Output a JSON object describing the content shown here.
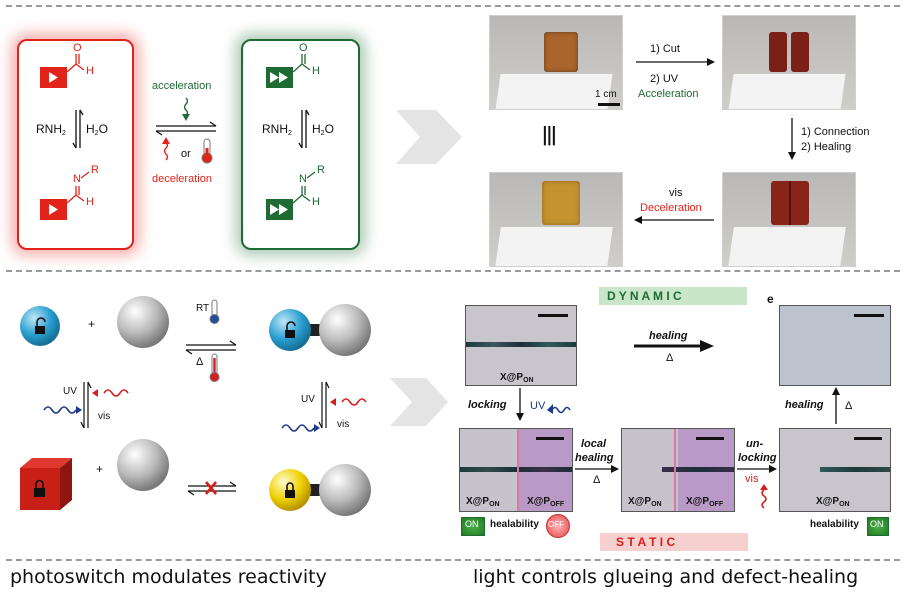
{
  "top_left": {
    "acceleration": "acceleration",
    "deceleration": "deceleration",
    "or": "or",
    "rnh2": "RNH",
    "rnh2_sub": "2",
    "h2o_h": "H",
    "h2o_sub": "2",
    "h2o_o": "O",
    "o_atom": "O",
    "h_atom": "H",
    "n_atom": "N",
    "r_group": "R",
    "colors": {
      "red": "#e2231a",
      "green": "#1e6b33"
    }
  },
  "top_right": {
    "step1": "1) Cut",
    "step2": "2) UV",
    "acceleration": "Acceleration",
    "scale": "1 cm",
    "connection": "1) Connection",
    "healing": "2) Healing",
    "vis": "vis",
    "deceleration": "Deceleration",
    "equiv": "|||"
  },
  "bottom_left": {
    "plus1": "+",
    "plus2": "+",
    "rt": "RT",
    "delta": "Δ",
    "uv_left": "UV",
    "vis_left": "vis",
    "uv_right": "UV",
    "vis_right": "vis"
  },
  "bottom_right": {
    "dynamic": "D  Y  N  A  M  I  C",
    "static": "S  T  A  T  I  C",
    "panel_e": "e",
    "healing_top": "healing",
    "delta_top": "Δ",
    "locking": "locking",
    "uv": "UV",
    "local": "local",
    "healing_local": "healing",
    "delta_mid": "Δ",
    "un": "un-",
    "locking2": "locking",
    "vis": "vis",
    "healing_right": "healing",
    "delta_right": "Δ",
    "x": "X@P",
    "on": "ON",
    "off": "OFF",
    "healability": "healability",
    "badge_on": "ON",
    "badge_off": "OFF"
  },
  "captions": {
    "left": "photoswitch modulates reactivity",
    "right": "light controls glueing and defect-healing"
  }
}
